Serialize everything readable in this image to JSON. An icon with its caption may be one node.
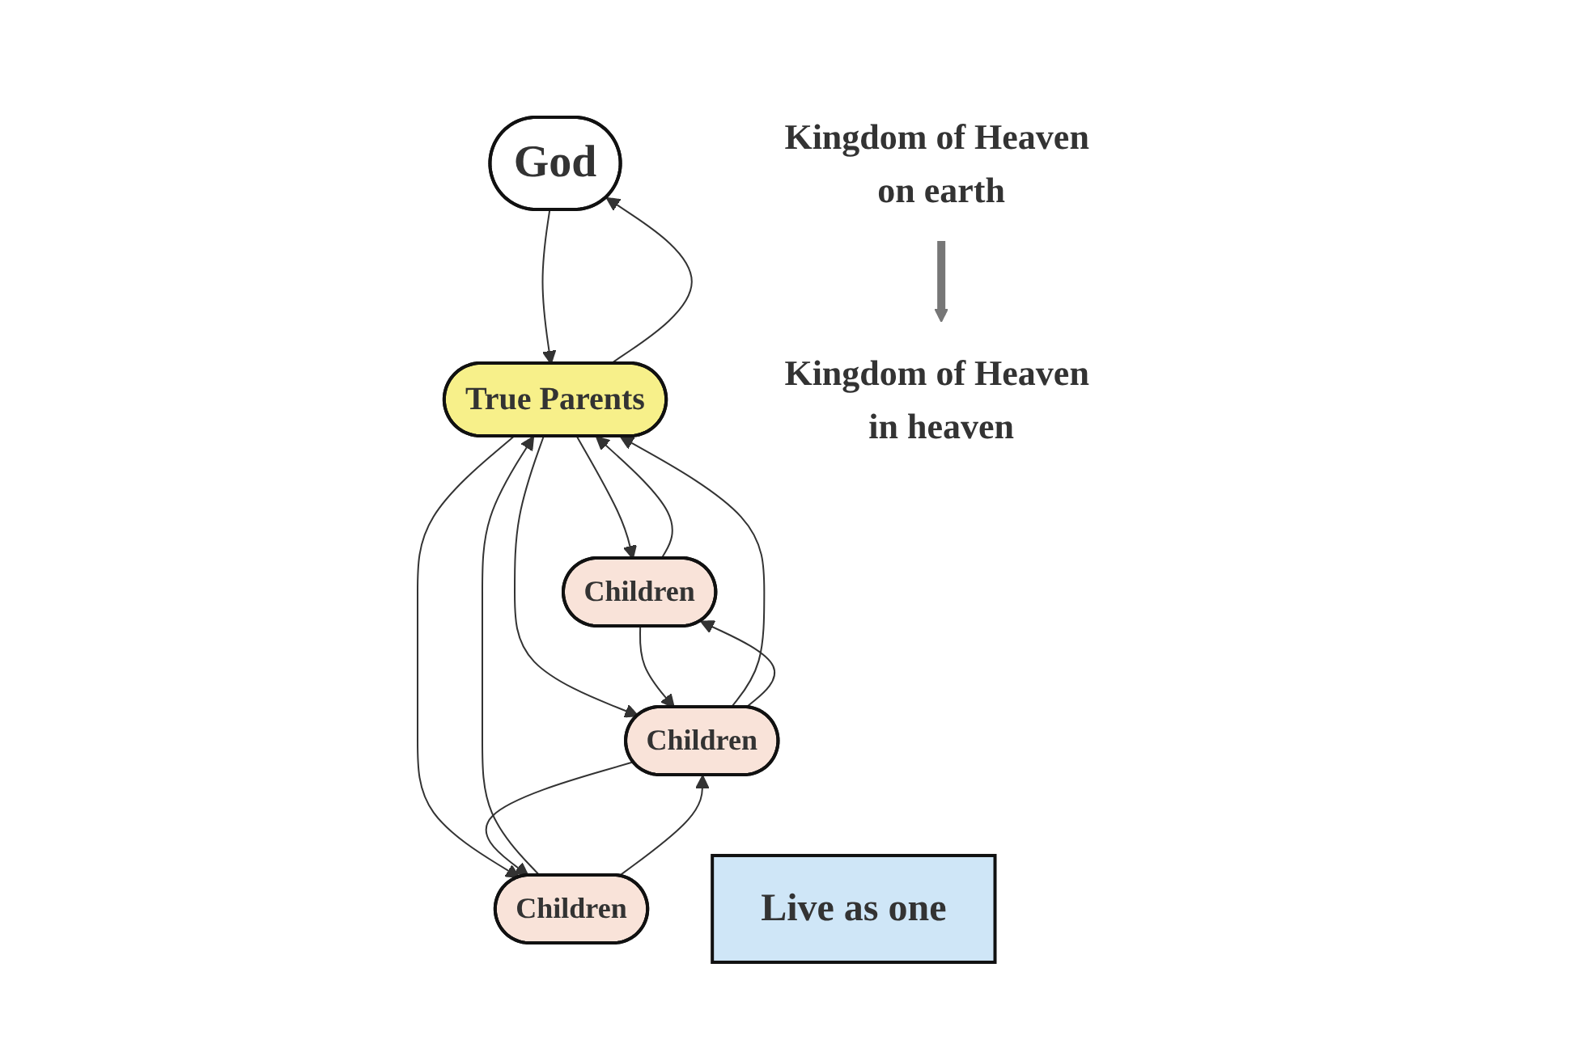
{
  "diagram": {
    "nodes": [
      {
        "text": [
          "God"
        ]
      },
      {
        "text": [
          "True Parents"
        ]
      },
      {
        "text": [
          "Children"
        ]
      },
      {
        "text": [
          "Children"
        ]
      },
      {
        "text": [
          "Children"
        ]
      },
      {
        "text": [
          "Live as one"
        ]
      },
      {
        "text": [
          "Kingdom of Heaven in heaven"
        ]
      },
      {
        "text": [
          "Kingdom of Heaven on earth"
        ]
      }
    ],
    "edges": [
      {
        "from": 1,
        "to": 0,
        "arrow": "to"
      },
      {
        "from": 0,
        "to": 1,
        "arrow": "to"
      },
      {
        "from": 2,
        "to": 1,
        "arrow": "to"
      },
      {
        "from": 1,
        "to": 2,
        "arrow": "to"
      },
      {
        "from": 1,
        "to": 3,
        "arrow": "to"
      },
      {
        "from": 3,
        "to": 1,
        "arrow": "to"
      },
      {
        "from": 1,
        "to": 4,
        "arrow": "to"
      },
      {
        "from": 4,
        "to": 1,
        "arrow": "to"
      },
      {
        "from": 2,
        "to": 3,
        "arrow": "to"
      },
      {
        "from": 3,
        "to": 2,
        "arrow": "to"
      },
      {
        "from": 3,
        "to": 4,
        "arrow": "to"
      },
      {
        "from": 4,
        "to": 3,
        "arrow": "to"
      },
      {
        "from": 7,
        "to": 6,
        "arrow": "to",
        "style": "thick",
        "color": "#777777"
      }
    ]
  }
}
